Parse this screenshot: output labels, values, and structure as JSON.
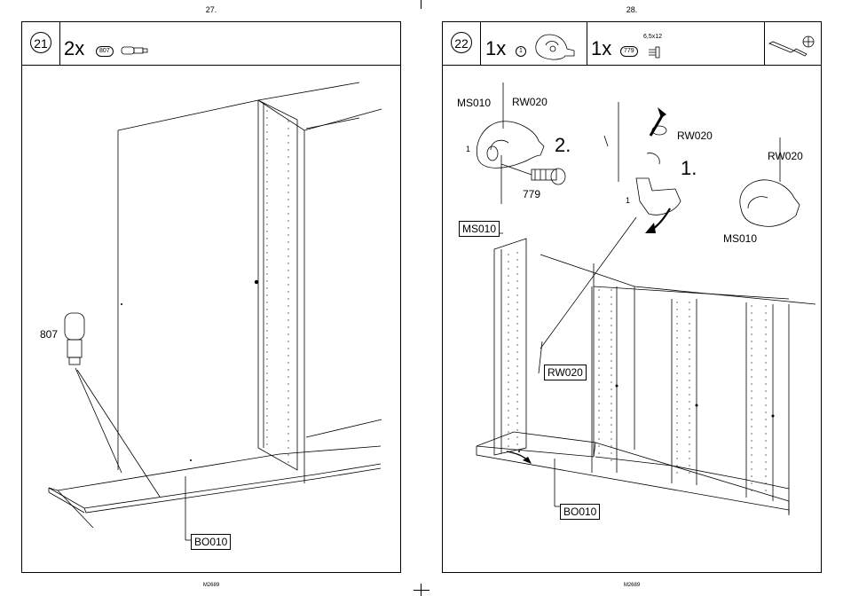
{
  "pages": [
    {
      "page_number": "27.",
      "footer_code": "M2689",
      "step": "21",
      "header": {
        "quantity": "2x",
        "part": "807"
      },
      "labels": {
        "dowel": "807",
        "bottom_panel": "BO010"
      }
    },
    {
      "page_number": "28.",
      "footer_code": "M2689",
      "step": "22",
      "header": {
        "item1_quantity": "1x",
        "item1_part": "1",
        "item2_quantity": "1x",
        "item2_part": "779",
        "screw_size": "6,5x12"
      },
      "labels": {
        "ms010_top": "MS010",
        "rw020_top": "RW020",
        "one_a": "1",
        "step2": "2.",
        "screw_779": "779",
        "rw020_mid": "RW020",
        "step1": "1.",
        "one_b": "1",
        "rw020_right": "RW020",
        "ms010_right": "MS010",
        "ms010_box": "MS010",
        "rw020_box": "RW020",
        "bo010_box": "BO010"
      }
    }
  ],
  "icons": [
    "dowel-icon",
    "connector-icon",
    "screw-icon",
    "screwdriver-icon",
    "phillips-icon"
  ]
}
